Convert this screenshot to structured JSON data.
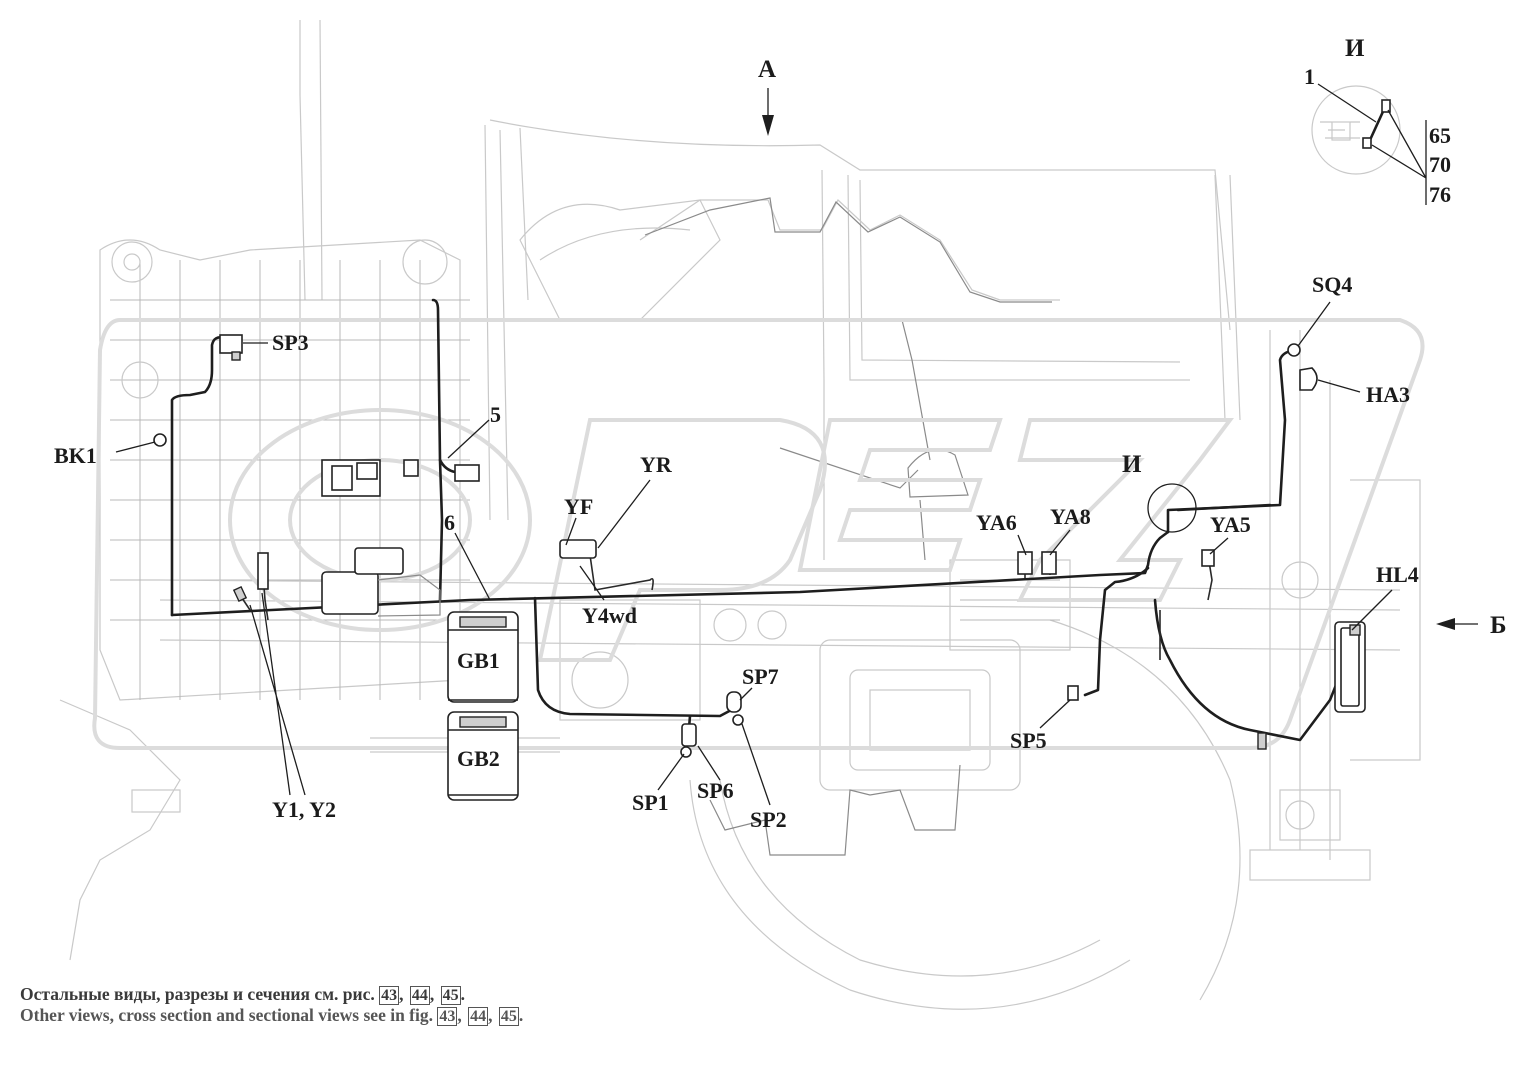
{
  "labels": {
    "view_a": "А",
    "view_b": "Б",
    "view_i": "И",
    "detail_i": "И",
    "detail_num": "1",
    "sp3": "SP3",
    "bk1": "BK1",
    "lead5": "5",
    "lead6": "6",
    "yr": "YR",
    "yf": "YF",
    "y4wd": "Y4wd",
    "gb1": "GB1",
    "gb2": "GB2",
    "y1y2": "Y1, Y2",
    "sp1": "SP1",
    "sp6": "SP6",
    "sp2": "SP2",
    "sp7": "SP7",
    "ya6": "YA6",
    "ya8": "YA8",
    "ya5": "YA5",
    "sq4": "SQ4",
    "ha3": "HA3",
    "hl4": "HL4",
    "sp5": "SP5",
    "n65": "65",
    "n70": "70",
    "n76": "76"
  },
  "note": {
    "ru_text": "Остальные виды, разрезы и сечения см. рис.",
    "en_text": "Other views, cross section and sectional views see in fig.",
    "refs": [
      "43",
      "44",
      "45"
    ]
  },
  "colors": {
    "wire": "#1e1e1e",
    "background_drawing": "#c9c9c9",
    "watermark": "#dcdcdc",
    "label": "#1b1b1b"
  }
}
